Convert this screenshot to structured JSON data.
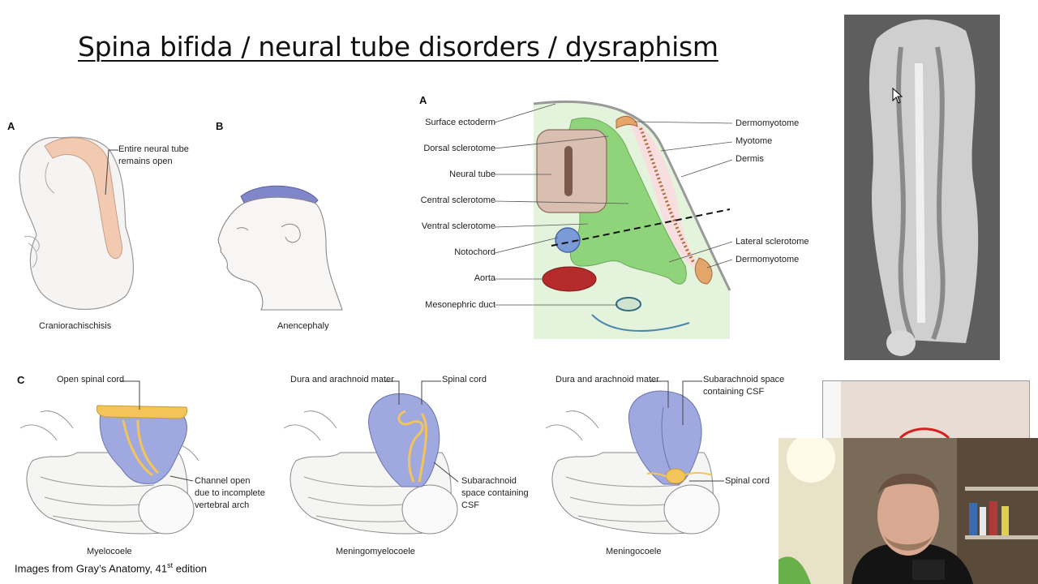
{
  "slide": {
    "title": "Spina bifida / neural tube disorders / dysraphism",
    "credit_prefix": "Images from Gray’s Anatomy, 41",
    "credit_sup": "st",
    "credit_suffix": " edition"
  },
  "panel_ab": {
    "label_a": "A",
    "label_b": "B",
    "annotation_open_tube": "Entire neural tube\nremains open",
    "caption_a": "Craniorachischisis",
    "caption_b": "Anencephaly"
  },
  "somite_diagram": {
    "label": "A",
    "left_labels": [
      "Surface ectoderm",
      "Dorsal sclerotome",
      "Neural tube",
      "Central sclerotome",
      "Ventral sclerotome",
      "Notochord",
      "Aorta",
      "Mesonephric duct"
    ],
    "right_labels": [
      "Dermomyotome",
      "Myotome",
      "Dermis",
      "Lateral sclerotome",
      "Dermomyotome"
    ]
  },
  "panel_c": {
    "label": "C",
    "fig1": {
      "label_top": "Open spinal cord",
      "label_side": "Channel open\ndue to incomplete\nvertebral arch",
      "caption": "Myelocoele"
    },
    "fig2": {
      "label_top_left": "Dura and arachnoid mater",
      "label_top_right": "Spinal cord",
      "label_side": "Subarachnoid\nspace containing\nCSF",
      "caption": "Meningomyelocoele"
    },
    "fig3": {
      "label_top_left": "Dura and arachnoid mater",
      "label_top_right": "Subarachnoid space\ncontaining CSF",
      "label_side": "Spinal cord",
      "caption": "Meningocoele"
    }
  },
  "colors": {
    "mesoderm_green": "#8fd47a",
    "background_green": "#e4f3dc",
    "neural_tube": "#d8bfb0",
    "notochord_blue": "#7b9bd8",
    "aorta_red": "#b52a2a",
    "meninges_blue": "#9fa9e0",
    "spinal_cord_yellow": "#f3c45a"
  }
}
